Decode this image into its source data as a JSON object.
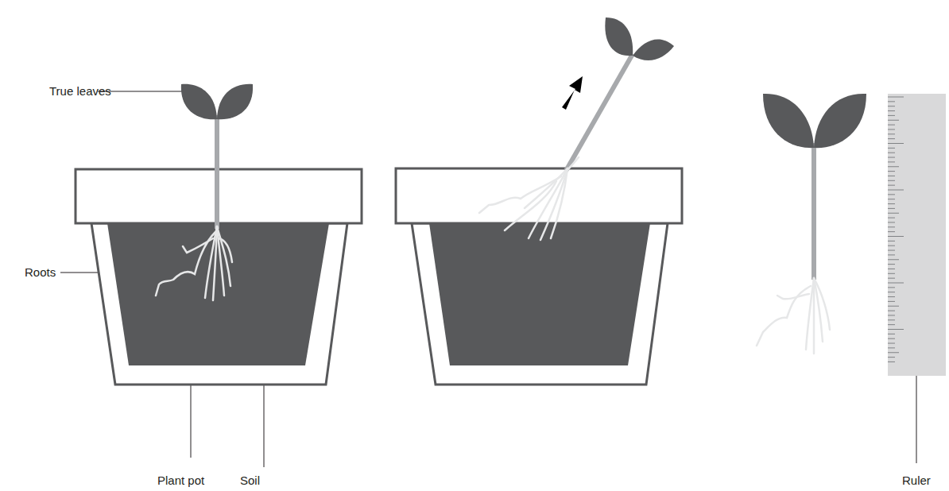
{
  "diagram": {
    "labels": [
      "True leaves",
      "Roots",
      "Plant pot",
      "Soil",
      "Ruler"
    ]
  }
}
